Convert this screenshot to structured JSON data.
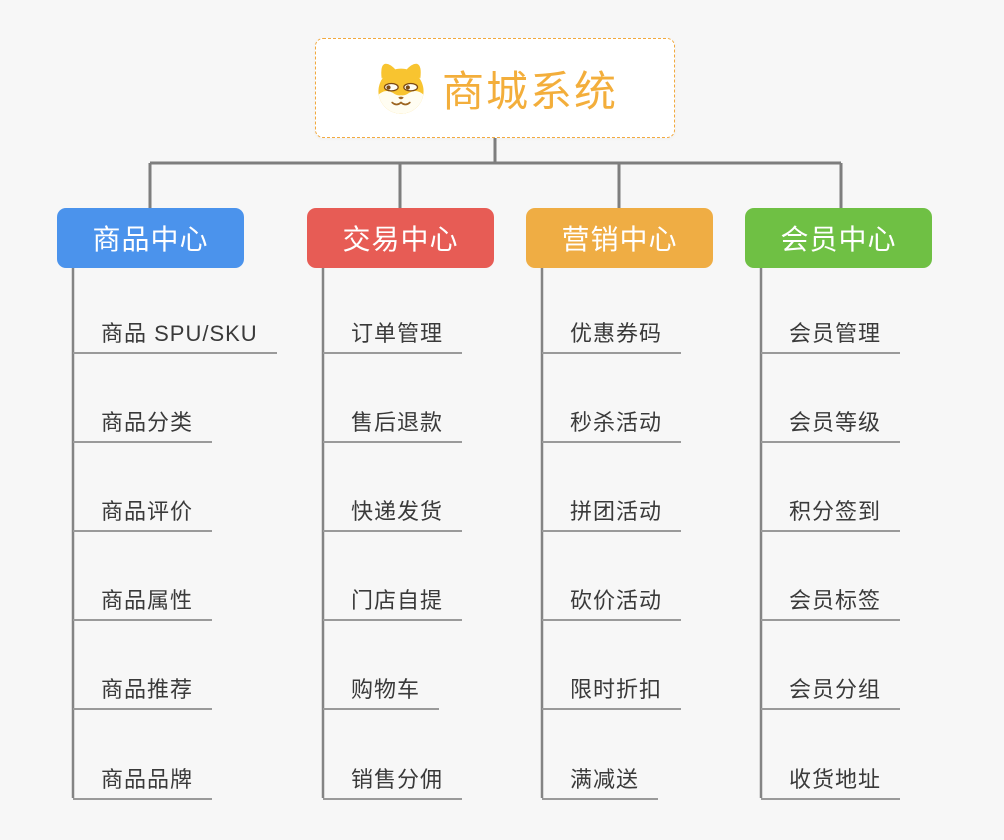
{
  "root": {
    "title": "商城系统",
    "icon": "shiba-dog-icon",
    "accent_color": "#f3ae3b",
    "border_color": "#f2a93e"
  },
  "connector_color": "#7e7e7e",
  "underline_color": "#9a9a9a",
  "background_color": "#f7f7f7",
  "branches": [
    {
      "label": "商品中心",
      "color": "#4b93ec",
      "items": [
        "商品 SPU/SKU",
        "商品分类",
        "商品评价",
        "商品属性",
        "商品推荐",
        "商品品牌"
      ]
    },
    {
      "label": "交易中心",
      "color": "#e75c55",
      "items": [
        "订单管理",
        "售后退款",
        "快递发货",
        "门店自提",
        "购物车",
        "销售分佣"
      ]
    },
    {
      "label": "营销中心",
      "color": "#efad44",
      "items": [
        "优惠券码",
        "秒杀活动",
        "拼团活动",
        "砍价活动",
        "限时折扣",
        "满减送"
      ]
    },
    {
      "label": "会员中心",
      "color": "#6fc044",
      "items": [
        "会员管理",
        "会员等级",
        "积分签到",
        "会员标签",
        "会员分组",
        "收货地址"
      ]
    }
  ]
}
